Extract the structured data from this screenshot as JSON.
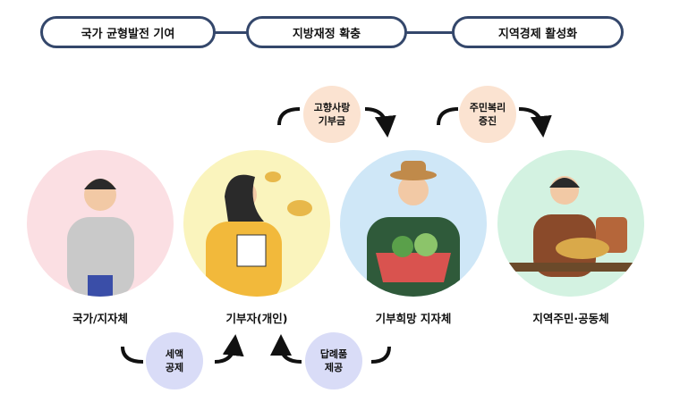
{
  "top_stages": [
    "국가 균형발전 기여",
    "지방재정 확충",
    "지역경제 활성화"
  ],
  "actors": [
    {
      "label": "국가/지자체",
      "color": "#fbdfe3"
    },
    {
      "label": "기부자(개인)",
      "color": "#faf4bd"
    },
    {
      "label": "기부희망 지자체",
      "color": "#cfe7f7"
    },
    {
      "label": "지역주민·공동체",
      "color": "#d3f2e1"
    }
  ],
  "top_flows": [
    {
      "line1": "고향사랑",
      "line2": "기부금"
    },
    {
      "line1": "주민복리",
      "line2": "증진"
    }
  ],
  "bottom_flows": [
    {
      "line1": "세액",
      "line2": "공제"
    },
    {
      "line1": "답례품",
      "line2": "제공"
    }
  ],
  "colors": {
    "pill_border": "#34476b",
    "peach": "#fbe3d1",
    "lavender": "#d9dcf7"
  }
}
